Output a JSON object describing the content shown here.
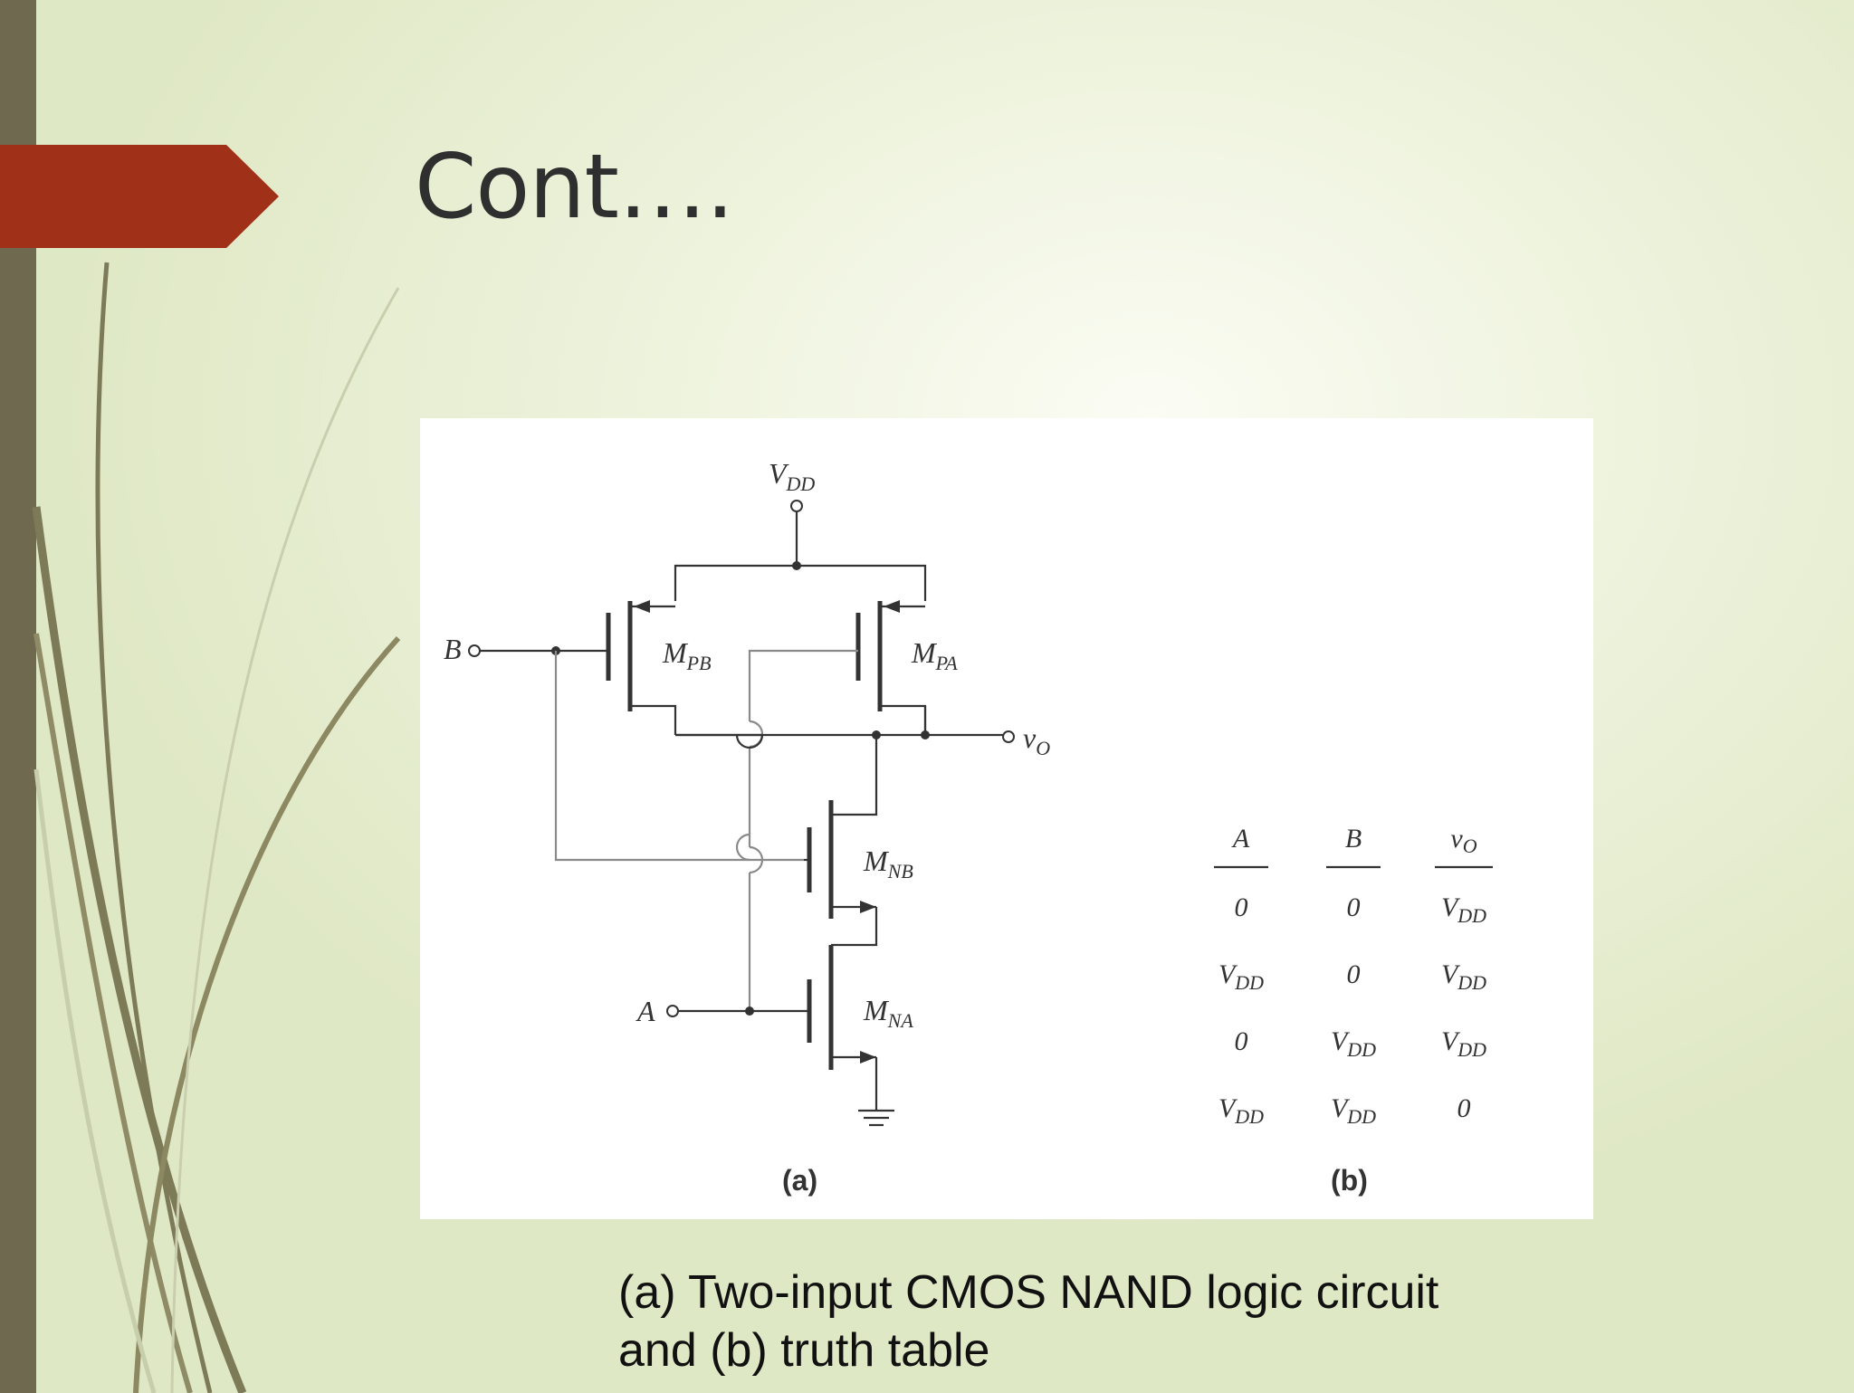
{
  "slide": {
    "title": "Cont….",
    "caption_line1": "(a) Two-input CMOS NAND logic circuit",
    "caption_line2": "and (b) truth table",
    "accent_color": "#a03118",
    "sidebar_color": "#6f6a4f"
  },
  "circuit": {
    "supply": {
      "main": "V",
      "sub": "DD"
    },
    "input_b": "B",
    "input_a": "A",
    "output": {
      "main": "v",
      "sub": "O"
    },
    "transistors": [
      {
        "main": "M",
        "sub": "PB"
      },
      {
        "main": "M",
        "sub": "PA"
      },
      {
        "main": "M",
        "sub": "NB"
      },
      {
        "main": "M",
        "sub": "NA"
      }
    ],
    "label": "(a)"
  },
  "truth_table": {
    "label": "(b)",
    "headers": [
      "A",
      "B",
      "v_O"
    ],
    "rows": [
      [
        "0",
        "0",
        "V_DD"
      ],
      [
        "V_DD",
        "0",
        "V_DD"
      ],
      [
        "0",
        "V_DD",
        "V_DD"
      ],
      [
        "V_DD",
        "V_DD",
        "0"
      ]
    ]
  }
}
